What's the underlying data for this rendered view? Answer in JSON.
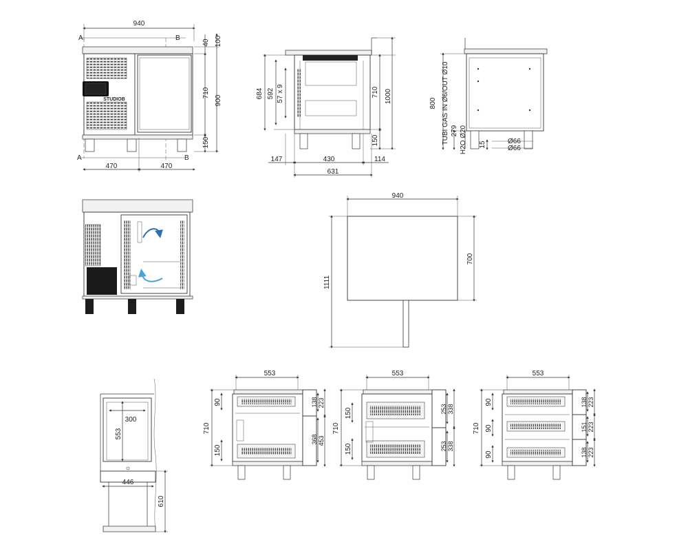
{
  "front_view": {
    "width": "940",
    "heights": [
      "100",
      "40",
      "710",
      "900",
      "150"
    ],
    "bottom": [
      "470",
      "470"
    ],
    "section_marks": [
      "A",
      "B",
      "A",
      "B"
    ],
    "brand": "STUDIOB"
  },
  "section_view": {
    "left": [
      "684",
      "592",
      "57 x 9"
    ],
    "right": [
      "710",
      "1000",
      "150"
    ],
    "bottom": [
      "147",
      "430",
      "114",
      "631"
    ]
  },
  "side_view": {
    "vertical": [
      "800",
      "TUBI GAS IN Ø6/OUT Ø10",
      "279",
      "H2O Ø20",
      "15"
    ],
    "dia": [
      "Ø66",
      "Ø66"
    ]
  },
  "plan_view": {
    "width": "940",
    "depth": "700",
    "total": "1111"
  },
  "drawer_view": {
    "dims": [
      "300",
      "553",
      "446",
      "610"
    ]
  },
  "config_1": {
    "top": "553",
    "left": [
      "90",
      "710",
      "150"
    ],
    "right": [
      "138",
      "223",
      "368",
      "453"
    ]
  },
  "config_2": {
    "top": "553",
    "left": [
      "150",
      "710",
      "150"
    ],
    "right": [
      "253",
      "338",
      "253",
      "338"
    ]
  },
  "config_3": {
    "top": "553",
    "left": [
      "90",
      "710",
      "90",
      "90"
    ],
    "right": [
      "138",
      "223",
      "151",
      "223",
      "138",
      "223"
    ]
  },
  "colors": {
    "accent": "#2c6fb3",
    "accent2": "#4aa3d8"
  }
}
